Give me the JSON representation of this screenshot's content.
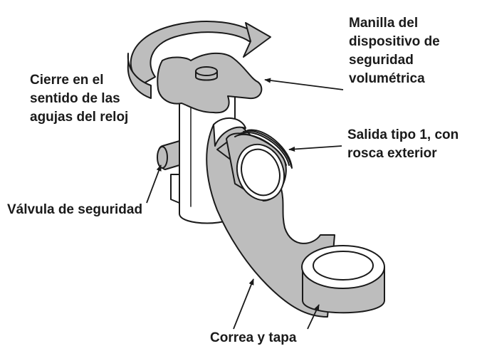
{
  "labels": {
    "handle": [
      "Manilla del",
      "dispositivo de",
      "seguridad",
      "volumétrica"
    ],
    "rotation": [
      "Cierre en el",
      "sentido de las",
      "agujas del reloj"
    ],
    "outlet": [
      "Salida tipo 1, con",
      "rosca exterior"
    ],
    "safety_valve": "Válvula de seguridad",
    "strap_cap": "Correa y tapa"
  },
  "colors": {
    "fill": "#bdbdbd",
    "stroke": "#1a1a1a",
    "white": "#ffffff"
  }
}
